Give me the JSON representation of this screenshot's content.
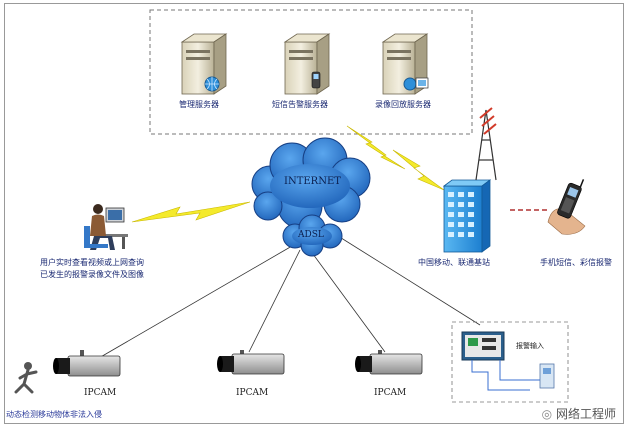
{
  "servers": {
    "management": "管理服务器",
    "sms_alarm": "短信告警服务器",
    "playback": "录像回放服务器"
  },
  "network": {
    "internet": "INTERNET",
    "adsl": "ADSL"
  },
  "user": {
    "caption_line1": "用户实时查看视频或上网查询",
    "caption_line2": "已发生的报警录像文件及图像"
  },
  "base_station": "中国移动、联通基站",
  "phone": "手机短信、彩信报警",
  "cameras": [
    "IPCAM",
    "IPCAM",
    "IPCAM"
  ],
  "alarm_box": "报警输入",
  "intruder": "动态检测移动物体非法入侵",
  "watermark": "网络工程师",
  "colors": {
    "frame_dash": "#777777",
    "cloud": "#2f7fd3",
    "cloud_text": "#0b1f4f",
    "lightning": "#f4ea2c",
    "label_text": "#1b2a73",
    "building": "#2c9ce8",
    "tower_red": "#d23b2a"
  }
}
